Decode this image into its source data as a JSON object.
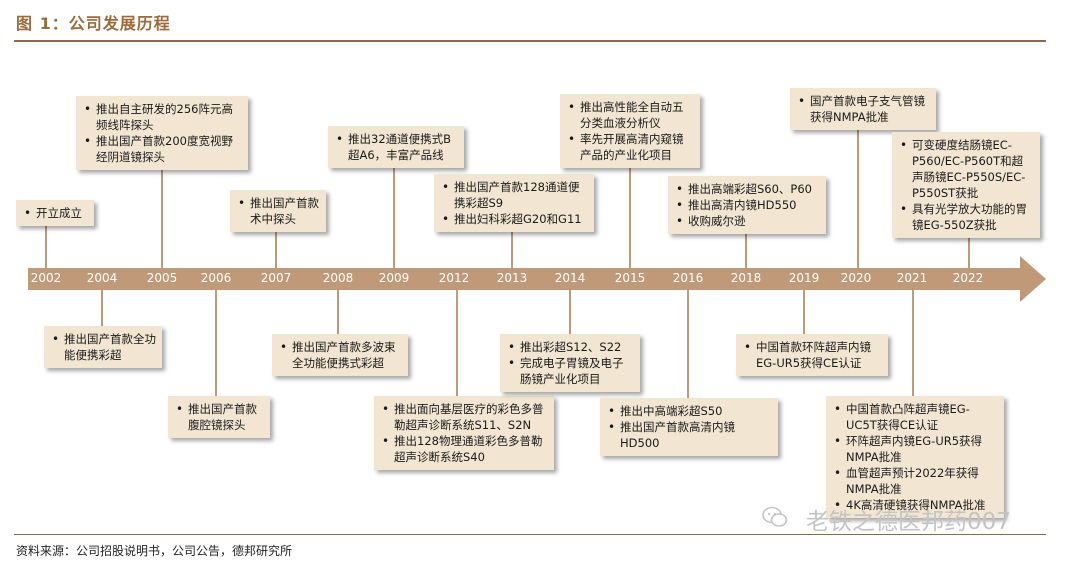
{
  "title": "图 1：公司发展历程",
  "source": "资料来源：公司招股说明书，公司公告，德邦研究所",
  "watermark": "老铁之德医邦药007",
  "years": [
    "2002",
    "2004",
    "2005",
    "2006",
    "2007",
    "2008",
    "2009",
    "2012",
    "2013",
    "2014",
    "2015",
    "2016",
    "2018",
    "2019",
    "2020",
    "2021",
    "2022"
  ],
  "events": {
    "e2002": [
      "开立成立"
    ],
    "e2004": [
      "推出国产首款全功能便携彩超"
    ],
    "e2005": [
      "推出自主研发的256阵元高频线阵探头",
      "推出国产首款200度宽视野经阴道镜探头"
    ],
    "e2006": [
      "推出国产首款腹腔镜探头"
    ],
    "e2007": [
      "推出国产首款术中探头"
    ],
    "e2008": [
      "推出国产首款多波束全功能便携式彩超"
    ],
    "e2009": [
      "推出32通道便携式B超A6，丰富产品线"
    ],
    "e2012": [
      "推出面向基层医疗的彩色多普勒超声诊断系统S11、S2N",
      "推出128物理通道彩色多普勒超声诊断系统S40"
    ],
    "e2013": [
      "推出国产首款128通道便携彩超S9",
      "推出妇科彩超G20和G11"
    ],
    "e2014": [
      "推出彩超S12、S22",
      "完成电子胃镜及电子肠镜产业化项目"
    ],
    "e2015": [
      "推出高性能全自动五分类血液分析仪",
      "率先开展高清内窥镜产品的产业化项目"
    ],
    "e2016": [
      "推出中高端彩超S50",
      "推出国产首款高清内镜HD500"
    ],
    "e2018": [
      "推出高端彩超S60、P60",
      "推出高清内镜HD550",
      "收购威尔逊"
    ],
    "e2019": [
      "中国首款环阵超声内镜EG-UR5获得CE认证"
    ],
    "e2020": [
      "国产首款电子支气管镜获得NMPA批准"
    ],
    "e2021": [
      "中国首款凸阵超声镜EG-UC5T获得CE认证",
      "环阵超声内镜EG-UR5获得NMPA批准",
      "血管超声预计2022年获得NMPA批准",
      "4K高清硬镜获得NMPA批准"
    ],
    "e2022": [
      "可变硬度结肠镜EC-P560/EC-P560T和超声肠镜EC-P550S/EC-P550ST获批",
      "具有光学放大功能的胃镜EG-550Z获批"
    ]
  }
}
